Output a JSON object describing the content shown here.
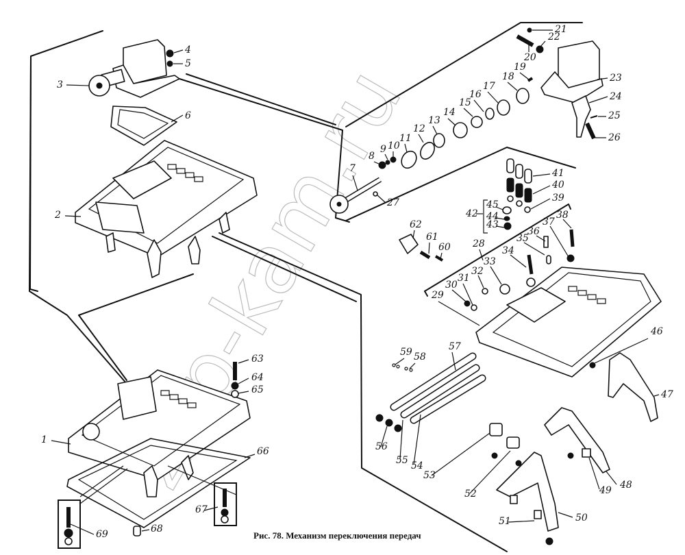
{
  "caption": "Рис. 78. Механизм переключения передач",
  "watermark": "zap-kam.ru",
  "callouts": [
    {
      "id": "1",
      "label": "1"
    },
    {
      "id": "2",
      "label": "2"
    },
    {
      "id": "3",
      "label": "3"
    },
    {
      "id": "4",
      "label": "4"
    },
    {
      "id": "5",
      "label": "5"
    },
    {
      "id": "6",
      "label": "6"
    },
    {
      "id": "7",
      "label": "7"
    },
    {
      "id": "8",
      "label": "8"
    },
    {
      "id": "9",
      "label": "9"
    },
    {
      "id": "10",
      "label": "10"
    },
    {
      "id": "11",
      "label": "11"
    },
    {
      "id": "12",
      "label": "12"
    },
    {
      "id": "13",
      "label": "13"
    },
    {
      "id": "14",
      "label": "14"
    },
    {
      "id": "15",
      "label": "15"
    },
    {
      "id": "16",
      "label": "16"
    },
    {
      "id": "17",
      "label": "17"
    },
    {
      "id": "18",
      "label": "18"
    },
    {
      "id": "19",
      "label": "19"
    },
    {
      "id": "20",
      "label": "20"
    },
    {
      "id": "21",
      "label": "21"
    },
    {
      "id": "22",
      "label": "22"
    },
    {
      "id": "23",
      "label": "23"
    },
    {
      "id": "24",
      "label": "24"
    },
    {
      "id": "25",
      "label": "25"
    },
    {
      "id": "26",
      "label": "26"
    },
    {
      "id": "27",
      "label": "27"
    },
    {
      "id": "28",
      "label": "28"
    },
    {
      "id": "29",
      "label": "29"
    },
    {
      "id": "30",
      "label": "30"
    },
    {
      "id": "31",
      "label": "31"
    },
    {
      "id": "32",
      "label": "32"
    },
    {
      "id": "33",
      "label": "33"
    },
    {
      "id": "34",
      "label": "34"
    },
    {
      "id": "35",
      "label": "35"
    },
    {
      "id": "36",
      "label": "36"
    },
    {
      "id": "37",
      "label": "37"
    },
    {
      "id": "38",
      "label": "38"
    },
    {
      "id": "39",
      "label": "39"
    },
    {
      "id": "40",
      "label": "40"
    },
    {
      "id": "41",
      "label": "41"
    },
    {
      "id": "42",
      "label": "42"
    },
    {
      "id": "43",
      "label": "43"
    },
    {
      "id": "44",
      "label": "44"
    },
    {
      "id": "45",
      "label": "45"
    },
    {
      "id": "46",
      "label": "46"
    },
    {
      "id": "47",
      "label": "47"
    },
    {
      "id": "48",
      "label": "48"
    },
    {
      "id": "49",
      "label": "49"
    },
    {
      "id": "50",
      "label": "50"
    },
    {
      "id": "51",
      "label": "51"
    },
    {
      "id": "52",
      "label": "52"
    },
    {
      "id": "53",
      "label": "53"
    },
    {
      "id": "54",
      "label": "54"
    },
    {
      "id": "55",
      "label": "55"
    },
    {
      "id": "56",
      "label": "56"
    },
    {
      "id": "57",
      "label": "57"
    },
    {
      "id": "58",
      "label": "58"
    },
    {
      "id": "59",
      "label": "59"
    },
    {
      "id": "60",
      "label": "60"
    },
    {
      "id": "61",
      "label": "61"
    },
    {
      "id": "62",
      "label": "62"
    },
    {
      "id": "63",
      "label": "63"
    },
    {
      "id": "64",
      "label": "64"
    },
    {
      "id": "65",
      "label": "65"
    },
    {
      "id": "66",
      "label": "66"
    },
    {
      "id": "67",
      "label": "67"
    },
    {
      "id": "68",
      "label": "68"
    },
    {
      "id": "69",
      "label": "69"
    }
  ]
}
